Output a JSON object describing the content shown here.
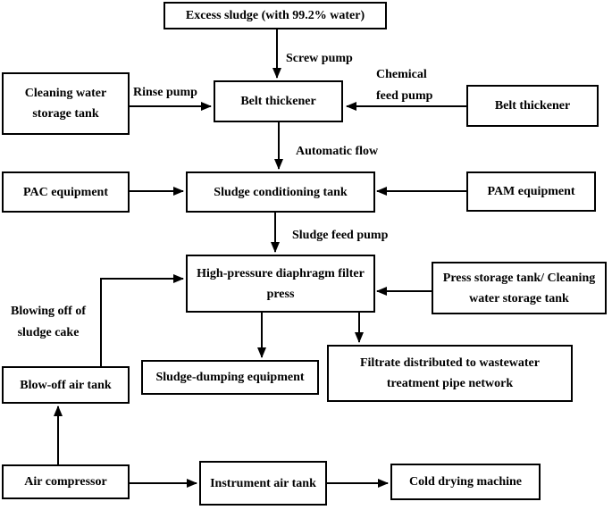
{
  "diagram": {
    "type": "process-flowchart",
    "subject": "Sludge treatment process flow",
    "colors": {
      "background": "#ffffff",
      "line": "#000000",
      "text": "#000000"
    }
  },
  "nodes": {
    "excess_sludge": {
      "label": "Excess sludge (with 99.2% water)"
    },
    "cleaning_water_tank": {
      "label": "Cleaning water storage tank"
    },
    "belt_thickener": {
      "label": "Belt thickener"
    },
    "belt_thickener_right": {
      "label": "Belt thickener"
    },
    "sludge_conditioning_tank": {
      "label": "Sludge conditioning tank"
    },
    "pac_equipment": {
      "label": "PAC equipment"
    },
    "pam_equipment": {
      "label": "PAM equipment"
    },
    "filter_press": {
      "label": "High-pressure diaphragm filter press"
    },
    "press_storage_tank": {
      "label": "Press storage tank/ Cleaning water storage tank"
    },
    "sludge_dumping": {
      "label": "Sludge-dumping equipment"
    },
    "filtrate_network": {
      "label": "Filtrate distributed to wastewater treatment pipe network"
    },
    "blow_off_air_tank": {
      "label": "Blow-off air tank"
    },
    "air_compressor": {
      "label": "Air compressor"
    },
    "instrument_air_tank": {
      "label": "Instrument air tank"
    },
    "cold_drying_machine": {
      "label": "Cold drying machine"
    }
  },
  "flow_labels": {
    "screw_pump": "Screw pump",
    "rinse_pump": "Rinse pump",
    "chemical_feed_pump": "Chemical feed pump",
    "automatic_flow": "Automatic flow",
    "sludge_feed_pump": "Sludge feed pump",
    "blowing_off": "Blowing off of sludge cake"
  },
  "edges": [
    {
      "from": "Excess sludge (with 99.2% water)",
      "to": "Belt thickener",
      "label": "Screw pump"
    },
    {
      "from": "Cleaning water storage tank",
      "to": "Belt thickener",
      "label": "Rinse pump"
    },
    {
      "from": "Belt thickener (right)",
      "to": "Belt thickener",
      "label": "Chemical feed pump"
    },
    {
      "from": "Belt thickener",
      "to": "Sludge conditioning tank",
      "label": "Automatic flow"
    },
    {
      "from": "PAC equipment",
      "to": "Sludge conditioning tank",
      "label": ""
    },
    {
      "from": "PAM equipment",
      "to": "Sludge conditioning tank",
      "label": ""
    },
    {
      "from": "Sludge conditioning tank",
      "to": "High-pressure diaphragm filter press",
      "label": "Sludge feed pump"
    },
    {
      "from": "Press storage tank/ Cleaning water storage tank",
      "to": "High-pressure diaphragm filter press",
      "label": ""
    },
    {
      "from": "Blow-off air tank",
      "to": "High-pressure diaphragm filter press",
      "label": "Blowing off of sludge cake"
    },
    {
      "from": "High-pressure diaphragm filter press",
      "to": "Sludge-dumping equipment",
      "label": ""
    },
    {
      "from": "High-pressure diaphragm filter press",
      "to": "Filtrate distributed to wastewater treatment pipe network",
      "label": ""
    },
    {
      "from": "Air compressor",
      "to": "Blow-off air tank",
      "label": ""
    },
    {
      "from": "Air compressor",
      "to": "Instrument air tank",
      "label": ""
    },
    {
      "from": "Instrument air tank",
      "to": "Cold drying machine",
      "label": ""
    }
  ]
}
